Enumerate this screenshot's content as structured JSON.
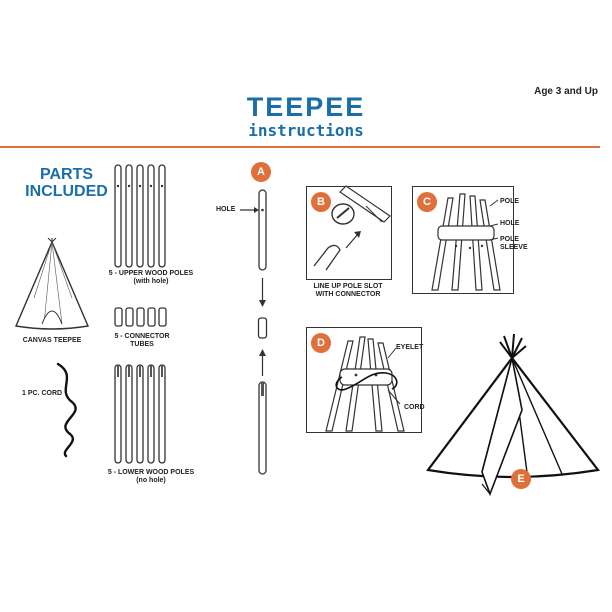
{
  "header": {
    "title": "TEEPEE",
    "subtitle": "instructions",
    "age": "Age 3 and Up"
  },
  "parts": {
    "title_line1": "PARTS",
    "title_line2": "INCLUDED",
    "upper_poles_line1": "5 - UPPER WOOD POLES",
    "upper_poles_line2": "(with hole)",
    "connector_line1": "5 - CONNECTOR",
    "connector_line2": "TUBES",
    "canvas": "CANVAS TEEPEE",
    "cord": "1 PC. CORD",
    "lower_poles_line1": "5 - LOWER WOOD POLES",
    "lower_poles_line2": "(no hole)"
  },
  "step_a": {
    "badge": "A",
    "hole_label": "HOLE"
  },
  "step_b": {
    "badge": "B",
    "caption_line1": "LINE UP POLE SLOT",
    "caption_line2": "WITH CONNECTOR"
  },
  "step_c": {
    "badge": "C",
    "pole": "POLE",
    "hole": "HOLE",
    "sleeve_line1": "POLE",
    "sleeve_line2": "SLEEVE"
  },
  "step_d": {
    "badge": "D",
    "eyelet": "EYELET",
    "cord": "CORD"
  },
  "step_e": {
    "badge": "E"
  },
  "colors": {
    "brand_blue": "#1a6fa8",
    "accent_orange": "#e0703a",
    "ink": "#333333"
  }
}
